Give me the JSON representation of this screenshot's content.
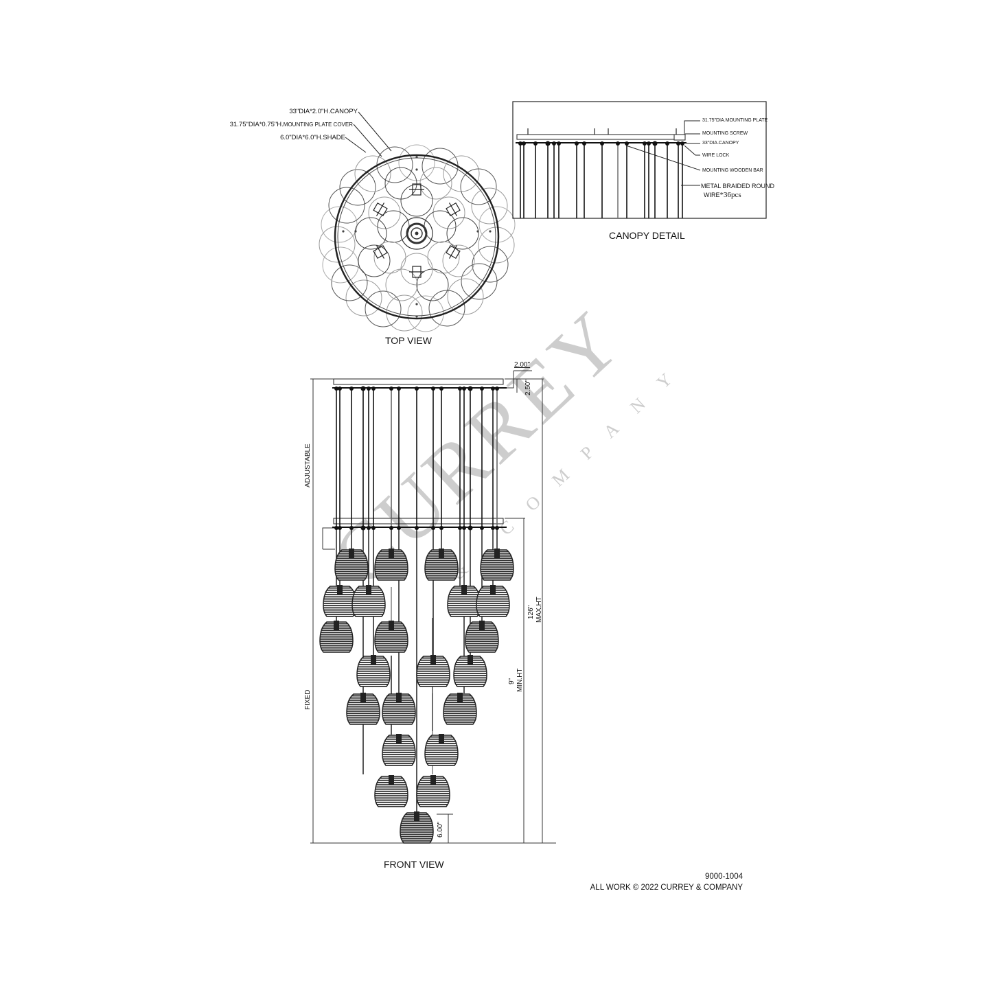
{
  "sheet": {
    "part_number": "9000-1004",
    "copyright": "ALL WORK © 2022 CURREY & COMPANY",
    "watermark": {
      "line1": "CURREY",
      "line2": "& COMPANY",
      "color": "#c8c8c8"
    }
  },
  "top_view": {
    "title": "TOP VIEW",
    "callouts": [
      {
        "text": "33\"DIA*2.0\"H.CANOPY"
      },
      {
        "prefix": "31.75\"DIA*0.75\"H.",
        "text": "MOUNTING PLATE COVER"
      },
      {
        "text": "6.0\"DIA*6.0\"H.SHADE"
      }
    ]
  },
  "canopy_detail": {
    "title": "CANOPY DETAIL",
    "callouts": [
      {
        "text": "31.75\"DIA.MOUNTING PLATE"
      },
      {
        "text": "MOUNTING SCREW"
      },
      {
        "text": "33\"DIA.CANOPY"
      },
      {
        "text": "WIRE LOCK"
      },
      {
        "text": "MOUNTING  WOODEN BAR"
      },
      {
        "text": "METAL BRAIDED ROUND"
      }
    ],
    "wire_label": "WIRE",
    "wire_count": "*36pcs"
  },
  "front_view": {
    "title": "FRONT VIEW",
    "dimensions": {
      "canopy_width": "2.00\"",
      "canopy_height": "2.50\"",
      "adjustable": "ADJUSTABLE",
      "fixed": "FIXED",
      "max_value": "126\"",
      "max_label": "MAX.HT",
      "min_value": "9\"",
      "min_label": "MIN.HT",
      "shade_height": "6.00\""
    }
  }
}
